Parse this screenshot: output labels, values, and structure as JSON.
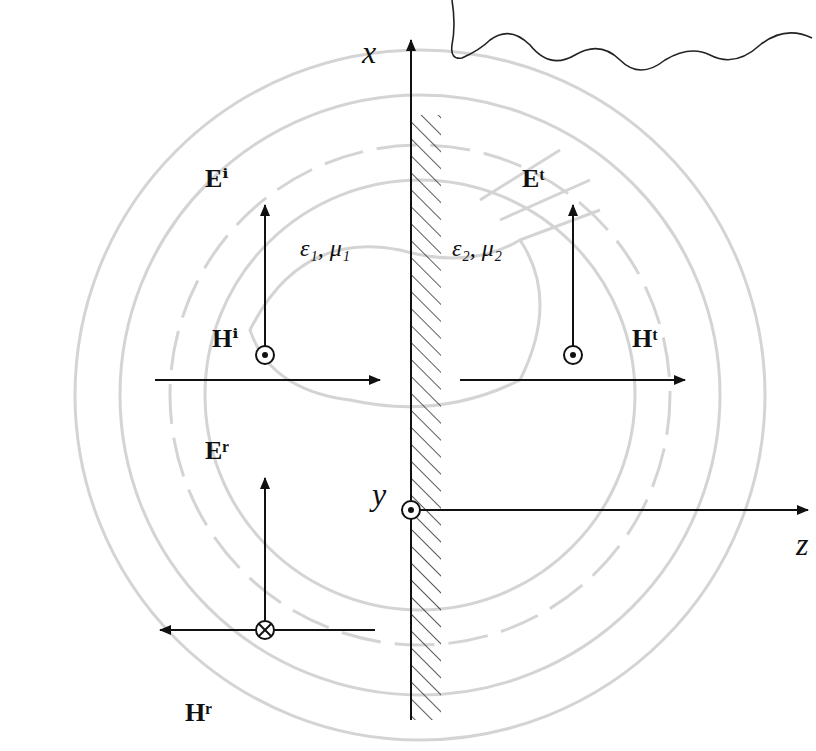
{
  "diagram": {
    "labels": [
      "x",
      "y",
      "z",
      "Eⁱ",
      "Hⁱ",
      "ε₁, μ₁",
      "ε₂, μ₂",
      "Eᵗ",
      "Hᵗ",
      "Eʳ",
      "Hʳ"
    ]
  }
}
